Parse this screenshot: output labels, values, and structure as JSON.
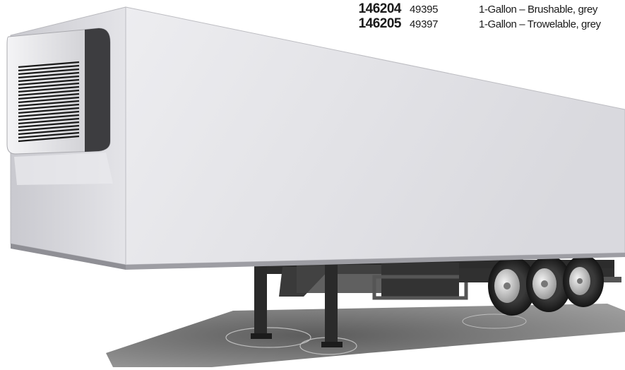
{
  "products": [
    {
      "code": "146204",
      "ref": "49395",
      "description": "1-Gallon – Brushable, grey"
    },
    {
      "code": "146205",
      "ref": "49397",
      "description": "1-Gallon – Trowelable, grey"
    }
  ],
  "illustration": {
    "subject": "refrigerated semi-trailer",
    "colors": {
      "body": "#e2e2e6",
      "shadow": "#6b6b6b",
      "chassis": "#2c2c2c",
      "rim": "#d6d6d6"
    }
  }
}
